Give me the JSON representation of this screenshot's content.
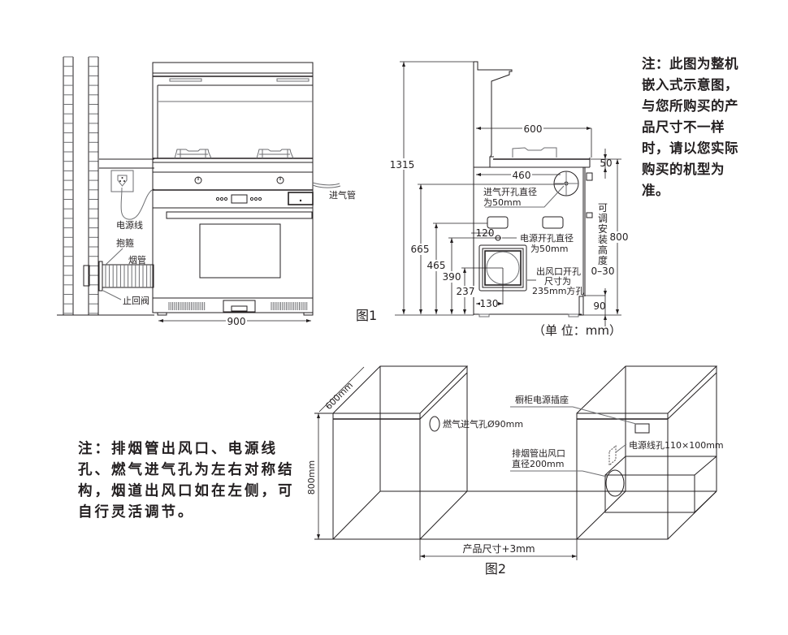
{
  "figure1": {
    "caption": "图1",
    "front_view": {
      "labels": {
        "power_cord": "电源线",
        "clamp": "抱箍",
        "smoke_pipe": "烟管",
        "check_valve": "止回阀",
        "gas_inlet_pipe": "进气管"
      },
      "width_dim": "900"
    },
    "side_view": {
      "dims": {
        "total_height": "1315",
        "depth_top": "600",
        "depth_body": "460",
        "top_thickness": "50",
        "cabinet_height": "800",
        "foot_height": "90",
        "gas_hole_height": "665",
        "power_hole_height": "465",
        "outlet_top_height": "390",
        "outlet_center_height": "237",
        "power_hole_offset": "120",
        "outlet_offset": "130"
      },
      "labels": {
        "gas_hole": [
          "进气开孔直径",
          "为50mm"
        ],
        "power_hole": [
          "电源开孔直径",
          "为50mm"
        ],
        "outlet_hole": [
          "出风口开孔",
          "尺寸为",
          "235mm方孔"
        ],
        "adjustable": [
          "可",
          "调",
          "安",
          "装",
          "高",
          "度"
        ],
        "adjustable_range": "0–30"
      },
      "unit_label": "（单 位：mm）"
    },
    "note": "注：此图为整机嵌入式示意图，与您所购买的产品尺寸不一样时，请以您实际购买的机型为准。"
  },
  "figure2": {
    "caption": "图2",
    "dims": {
      "depth": "600mm",
      "height": "800mm",
      "gap_width": "产品尺寸+3mm"
    },
    "labels": {
      "gas_inlet_hole": "燃气进气孔Ø90mm",
      "cabinet_socket": "橱柜电源插座",
      "power_cord_hole": "电源线孔110×100mm",
      "exhaust_outlet": [
        "排烟管出风口",
        "直径200mm"
      ]
    },
    "note": "注：排烟管出风口、电源线孔、燃气进气孔为左右对称结构，烟道出风口如在左侧，可自行灵活调节。"
  }
}
